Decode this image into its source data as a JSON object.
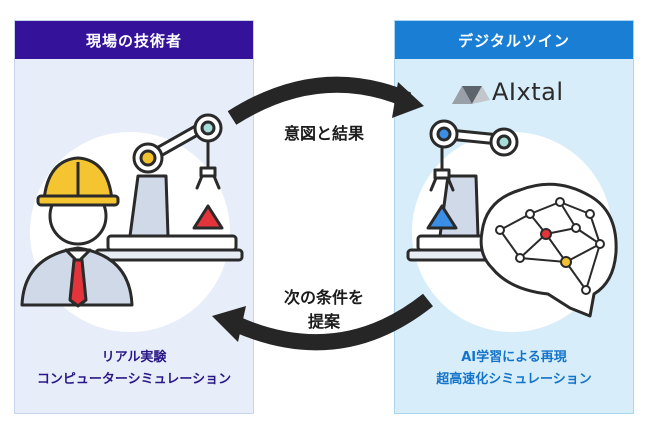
{
  "left_panel": {
    "title": "現場の技術者",
    "caption_lines": [
      "リアル実験",
      "コンピューターシミュレーション"
    ]
  },
  "right_panel": {
    "title": "デジタルツイン",
    "caption_lines": [
      "AI学習による再現",
      "超高速化シミュレーション"
    ],
    "logo_text": "AIxtal"
  },
  "flow": {
    "top_label": "意図と結果",
    "bottom_label_lines": [
      "次の条件を",
      "提案"
    ]
  },
  "colors": {
    "left_header": "#34129a",
    "right_header": "#1a7fd4",
    "robot_yellow": "#f2c12e",
    "robot_blue": "#3a8ee6",
    "red": "#e4343b",
    "arrow": "#262626"
  }
}
